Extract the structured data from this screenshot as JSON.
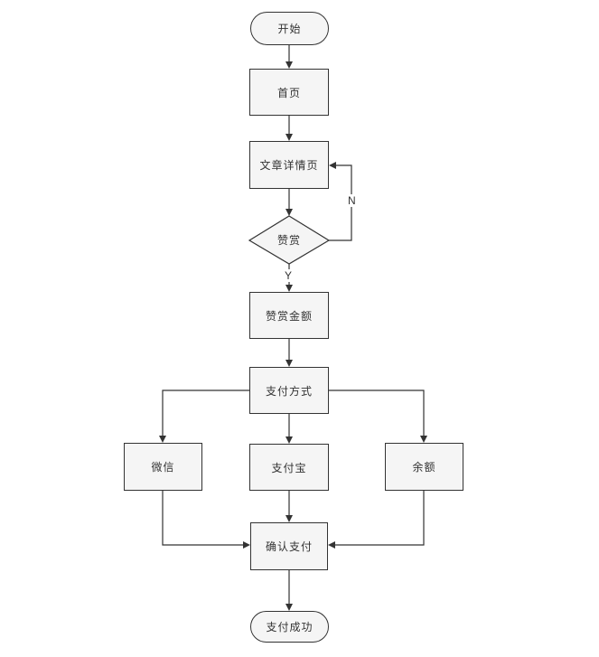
{
  "diagram": {
    "type": "flowchart",
    "background": "#ffffff",
    "node_fill": "#f5f5f5",
    "node_border": "#333333",
    "line_color": "#333333",
    "nodes": [
      {
        "id": "start",
        "shape": "terminator",
        "label": "开始"
      },
      {
        "id": "home",
        "shape": "process",
        "label": "首页"
      },
      {
        "id": "article-detail",
        "shape": "process",
        "label": "文章详情页"
      },
      {
        "id": "reward-decision",
        "shape": "decision",
        "label": "赞赏"
      },
      {
        "id": "reward-amount",
        "shape": "process",
        "label": "赞赏金额"
      },
      {
        "id": "payment-method",
        "shape": "process",
        "label": "支付方式"
      },
      {
        "id": "wechat",
        "shape": "process",
        "label": "微信"
      },
      {
        "id": "alipay",
        "shape": "process",
        "label": "支付宝"
      },
      {
        "id": "balance",
        "shape": "process",
        "label": "余额"
      },
      {
        "id": "confirm-payment",
        "shape": "process",
        "label": "确认支付"
      },
      {
        "id": "payment-success",
        "shape": "terminator",
        "label": "支付成功"
      }
    ],
    "edges": [
      {
        "from": "start",
        "to": "home",
        "label": ""
      },
      {
        "from": "home",
        "to": "article-detail",
        "label": ""
      },
      {
        "from": "article-detail",
        "to": "reward-decision",
        "label": ""
      },
      {
        "from": "reward-decision",
        "to": "article-detail",
        "label": "N"
      },
      {
        "from": "reward-decision",
        "to": "reward-amount",
        "label": "Y"
      },
      {
        "from": "reward-amount",
        "to": "payment-method",
        "label": ""
      },
      {
        "from": "payment-method",
        "to": "wechat",
        "label": ""
      },
      {
        "from": "payment-method",
        "to": "alipay",
        "label": ""
      },
      {
        "from": "payment-method",
        "to": "balance",
        "label": ""
      },
      {
        "from": "wechat",
        "to": "confirm-payment",
        "label": ""
      },
      {
        "from": "alipay",
        "to": "confirm-payment",
        "label": ""
      },
      {
        "from": "balance",
        "to": "confirm-payment",
        "label": ""
      },
      {
        "from": "confirm-payment",
        "to": "payment-success",
        "label": ""
      }
    ],
    "edge_labels": {
      "no": "N",
      "yes": "Y"
    }
  }
}
